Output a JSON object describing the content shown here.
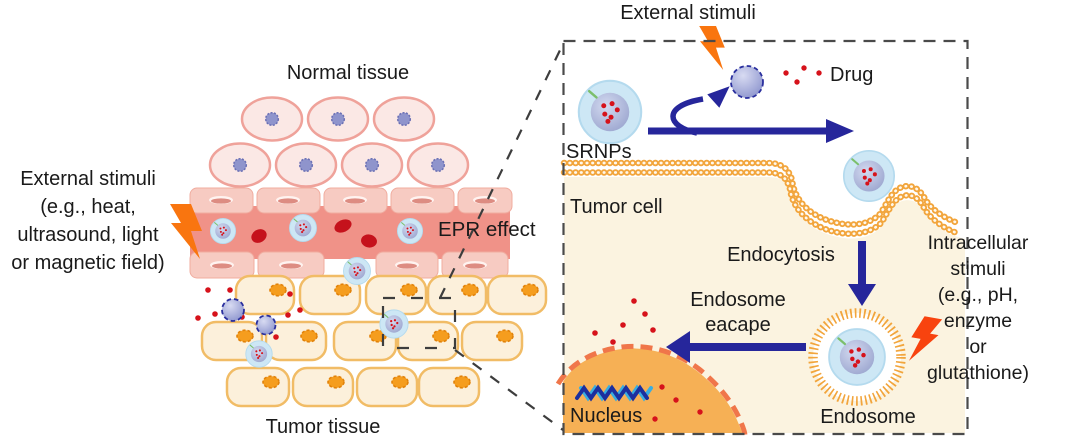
{
  "left_panel": {
    "normal_tissue_label": "Normal tissue",
    "external_stimuli_label": "External stimuli\n(e.g., heat,\nultrasound, light\nor magnetic field)",
    "epr_effect_label": "EPR effect",
    "tumor_tissue_label": "Tumor tissue"
  },
  "right_panel": {
    "title": "External stimuli",
    "srnps_label": "SRNPs",
    "drug_label": "Drug",
    "tumor_cell_label": "Tumor cell",
    "endocytosis_label": "Endocytosis",
    "intracellular_stimuli_label": "Intracellular stimuli\n(e.g., pH, enzyme\nor glutathione)",
    "endosome_escape_label": "Endosome\neacape",
    "endosome_label": "Endosome",
    "nucleus_label": "Nucleus"
  },
  "colors": {
    "arrow_navy": "#26269B",
    "bolt_orange": "#F9750F",
    "bolt_red": "#F8430F",
    "drug_red": "#D6121B",
    "membrane_orange": "#F2A53C",
    "cytoplasm_cream": "#FBF3E0",
    "nucleus_fill": "#F6B055",
    "nucleus_border": "#F0764A",
    "srnp_shell": "#CDE7F5",
    "srnp_core": "#9AA4CE",
    "released_particle_purple": "#8A92CC",
    "tumor_cell_fill": "#FCF0DB",
    "tumor_cell_border": "#F1BC66",
    "tumor_nucleus_orange": "#F59D1E",
    "normal_cell_fill": "#FBE8E5",
    "normal_cell_border": "#EFA29A",
    "normal_nucleus_purple": "#8F94CC",
    "vessel_fill": "#F09288",
    "endothelium_fill": "#F7CBC2",
    "rbc_red": "#C5121C",
    "dna_navy": "#1C2F9E",
    "dna_cyan": "#3AADE0",
    "dashed_border_gray": "#4A4A4A",
    "text_black": "#1A1A1A"
  }
}
